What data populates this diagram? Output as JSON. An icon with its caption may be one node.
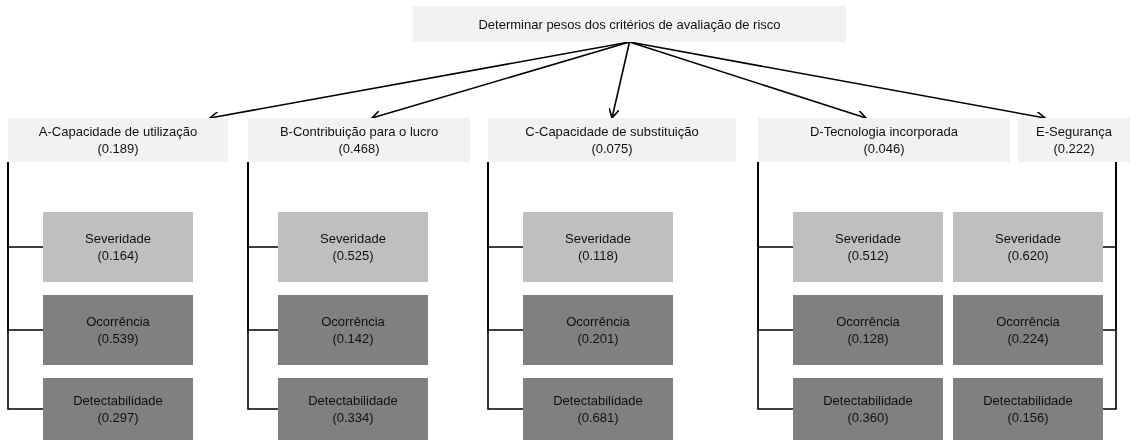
{
  "diagram": {
    "nodes": [
      {
        "text": [
          "Determinar pesos dos critérios de avaliação de risco"
        ]
      },
      {
        "text": [
          "A-Capacidade de utilização",
          "(0.189)"
        ]
      },
      {
        "text": [
          "B-Contribuição para o lucro",
          "(0.468)"
        ]
      },
      {
        "text": [
          "C-Capacidade de substituição",
          "(0.075)"
        ]
      },
      {
        "text": [
          "D-Tecnologia incorporada",
          "(0.046)"
        ]
      },
      {
        "text": [
          "E-Segurança",
          "(0.222)"
        ]
      },
      {
        "text": [
          "Severidade",
          "(0.164)"
        ]
      },
      {
        "text": [
          "Ocorrência",
          "(0.539)"
        ]
      },
      {
        "text": [
          "Detectabilidade",
          "(0.297)"
        ]
      },
      {
        "text": [
          "Severidade",
          "(0.525)"
        ]
      },
      {
        "text": [
          "Ocorrência",
          "(0.142)"
        ]
      },
      {
        "text": [
          "Detectabilidade",
          "(0.334)"
        ]
      },
      {
        "text": [
          "Severidade",
          "(0.118)"
        ]
      },
      {
        "text": [
          "Ocorrência",
          "(0.201)"
        ]
      },
      {
        "text": [
          "Detectabilidade",
          "(0.681)"
        ]
      },
      {
        "text": [
          "Severidade",
          "(0.512)"
        ]
      },
      {
        "text": [
          "Ocorrência",
          "(0.128)"
        ]
      },
      {
        "text": [
          "Detectabilidade",
          "(0.360)"
        ]
      },
      {
        "text": [
          "Severidade",
          "(0.620)"
        ]
      },
      {
        "text": [
          "Ocorrência",
          "(0.224)"
        ]
      },
      {
        "text": [
          "Detectabilidade",
          "(0.156)"
        ]
      }
    ],
    "edges": [
      {
        "from": 0,
        "to": 1,
        "arrow": "to"
      },
      {
        "from": 0,
        "to": 2,
        "arrow": "to"
      },
      {
        "from": 0,
        "to": 3,
        "arrow": "to"
      },
      {
        "from": 0,
        "to": 4,
        "arrow": "to"
      },
      {
        "from": 0,
        "to": 5,
        "arrow": "to"
      },
      {
        "from": 1,
        "to": 6,
        "arrow": "none"
      },
      {
        "from": 1,
        "to": 7,
        "arrow": "none"
      },
      {
        "from": 1,
        "to": 8,
        "arrow": "none"
      },
      {
        "from": 2,
        "to": 9,
        "arrow": "none"
      },
      {
        "from": 2,
        "to": 10,
        "arrow": "none"
      },
      {
        "from": 2,
        "to": 11,
        "arrow": "none"
      },
      {
        "from": 3,
        "to": 12,
        "arrow": "none"
      },
      {
        "from": 3,
        "to": 13,
        "arrow": "none"
      },
      {
        "from": 3,
        "to": 14,
        "arrow": "none"
      },
      {
        "from": 4,
        "to": 15,
        "arrow": "none"
      },
      {
        "from": 4,
        "to": 16,
        "arrow": "none"
      },
      {
        "from": 4,
        "to": 17,
        "arrow": "none"
      },
      {
        "from": 5,
        "to": 18,
        "arrow": "none"
      },
      {
        "from": 5,
        "to": 19,
        "arrow": "none"
      },
      {
        "from": 5,
        "to": 20,
        "arrow": "none"
      }
    ]
  }
}
